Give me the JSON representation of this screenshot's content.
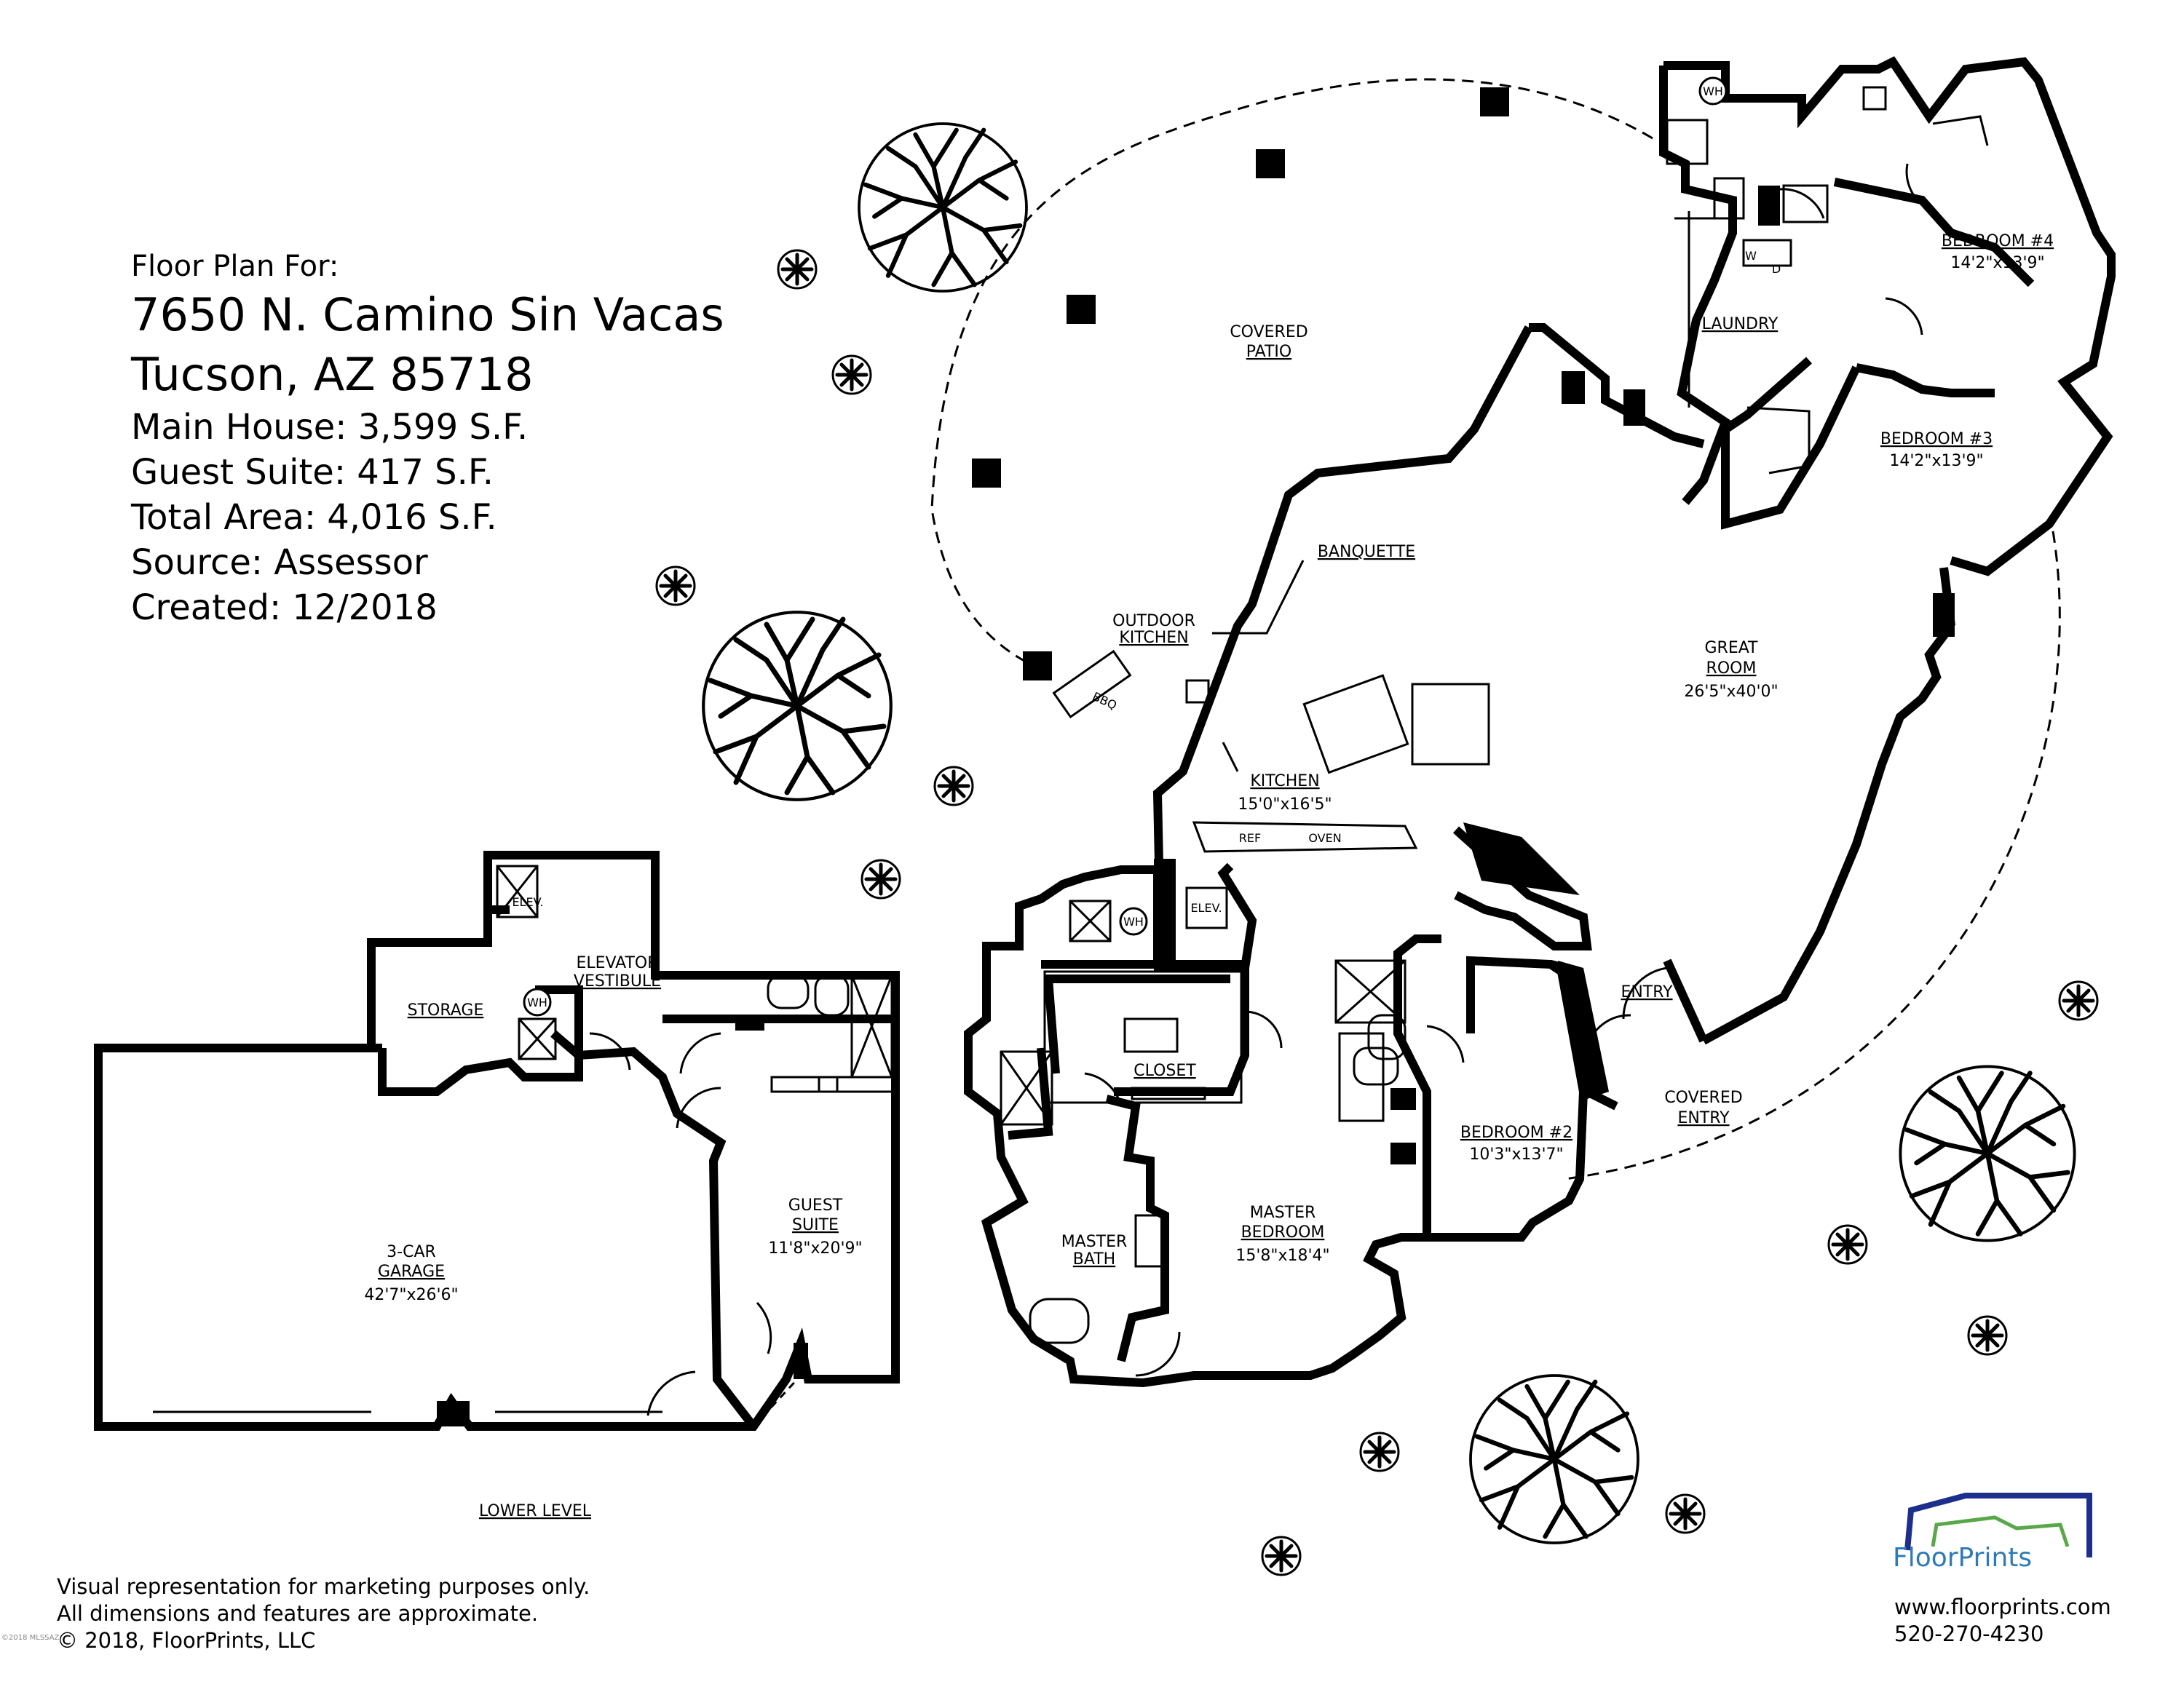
{
  "header": {
    "floor_plan_for": "Floor Plan For:",
    "address_line1": "7650 N. Camino Sin Vacas",
    "address_line2": "Tucson, AZ 85718",
    "main_house": "Main House:  3,599 S.F.",
    "guest_suite": "Guest Suite:  417 S.F.",
    "total_area": "Total Area:  4,016 S.F.",
    "source": "Source:  Assessor",
    "created": "Created:  12/2018"
  },
  "rooms": {
    "covered_patio": [
      "COVERED",
      "PATIO"
    ],
    "bedroom4": {
      "name": "BEDROOM #4",
      "dim": "14'2\"x13'9\""
    },
    "bedroom3": {
      "name": "BEDROOM #3",
      "dim": "14'2\"x13'9\""
    },
    "laundry": "LAUNDRY",
    "banquette": "BANQUETTE",
    "outdoor_kitchen": [
      "OUTDOOR",
      "KITCHEN"
    ],
    "great_room": {
      "name": [
        "GREAT",
        "ROOM"
      ],
      "dim": "26'5\"x40'0\""
    },
    "kitchen": {
      "name": "KITCHEN",
      "dim": "15'0\"x16'5\""
    },
    "closet": "CLOSET",
    "master_bath": [
      "MASTER",
      "BATH"
    ],
    "master_bedroom": {
      "name": [
        "MASTER",
        "BEDROOM"
      ],
      "dim": "15'8\"x18'4\""
    },
    "bedroom2": {
      "name": "BEDROOM #2",
      "dim": "10'3\"x13'7\""
    },
    "entry": "ENTRY",
    "covered_entry": [
      "COVERED",
      "ENTRY"
    ],
    "storage": "STORAGE",
    "elevator_vestibule": [
      "ELEVATOR",
      "VESTIBULE"
    ],
    "guest_suite": {
      "name": [
        "GUEST",
        "SUITE"
      ],
      "dim": "11'8\"x20'9\""
    },
    "garage": {
      "name": [
        "3-CAR",
        "GARAGE"
      ],
      "dim": "42'7\"x26'6\""
    },
    "lower_level": "LOWER LEVEL"
  },
  "fixtures": {
    "wh": "WH",
    "elev": "ELEV.",
    "w": "W",
    "d": "D",
    "bbq": "BBQ",
    "ref": "REF",
    "oven": "OVEN"
  },
  "footer": {
    "line1": "Visual representation for marketing purposes only.",
    "line2": "All dimensions and features are approximate.",
    "line3": "© 2018, FloorPrints, LLC"
  },
  "brand": {
    "name": "FloorPrints",
    "website": "www.floorprints.com",
    "phone": "520-270-4230",
    "logo_color": "#1d2f8c",
    "text_color": "#2e7ab8",
    "accent_color": "#58a84a"
  },
  "watermark": "©2018 MLSSAZ"
}
